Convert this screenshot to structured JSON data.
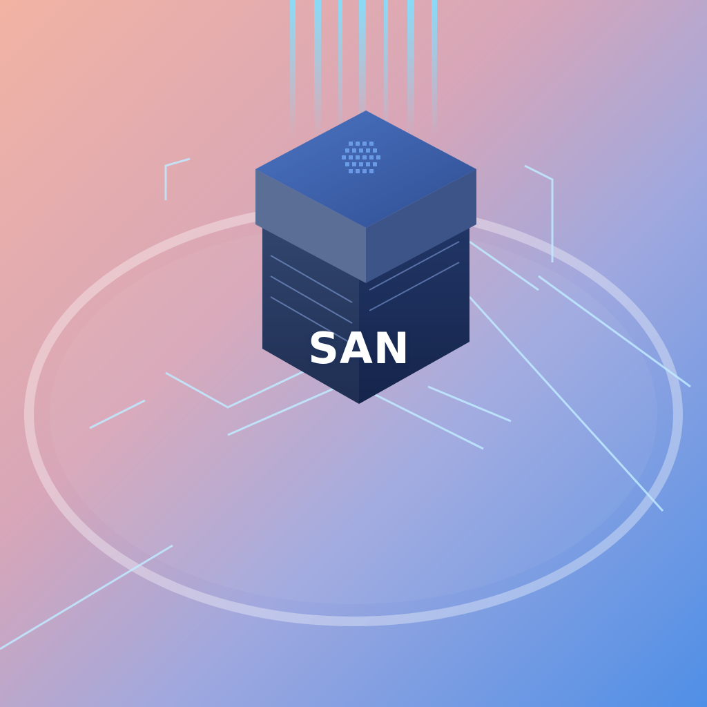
{
  "diagram": {
    "center_label": "SAN",
    "nodes": [
      {
        "id": "central-storage-array",
        "kind": "storage-array"
      },
      {
        "id": "server-left",
        "kind": "rack-server"
      },
      {
        "id": "server-right",
        "kind": "rack-server"
      },
      {
        "id": "server-front",
        "kind": "rack-server"
      },
      {
        "id": "switch-left",
        "kind": "san-switch"
      },
      {
        "id": "switch-right",
        "kind": "san-switch"
      },
      {
        "id": "hba-card",
        "kind": "host-bus-adapter"
      },
      {
        "id": "router-small",
        "kind": "network-device"
      },
      {
        "id": "cloud-icon",
        "kind": "cloud"
      },
      {
        "id": "connector-plug",
        "kind": "cable-connector"
      }
    ],
    "colors": {
      "accent": "#5ad8ff",
      "box_top": "#3a5fa8",
      "box_side_dark": "#1a2a55",
      "box_side_mid": "#2b4480"
    }
  }
}
